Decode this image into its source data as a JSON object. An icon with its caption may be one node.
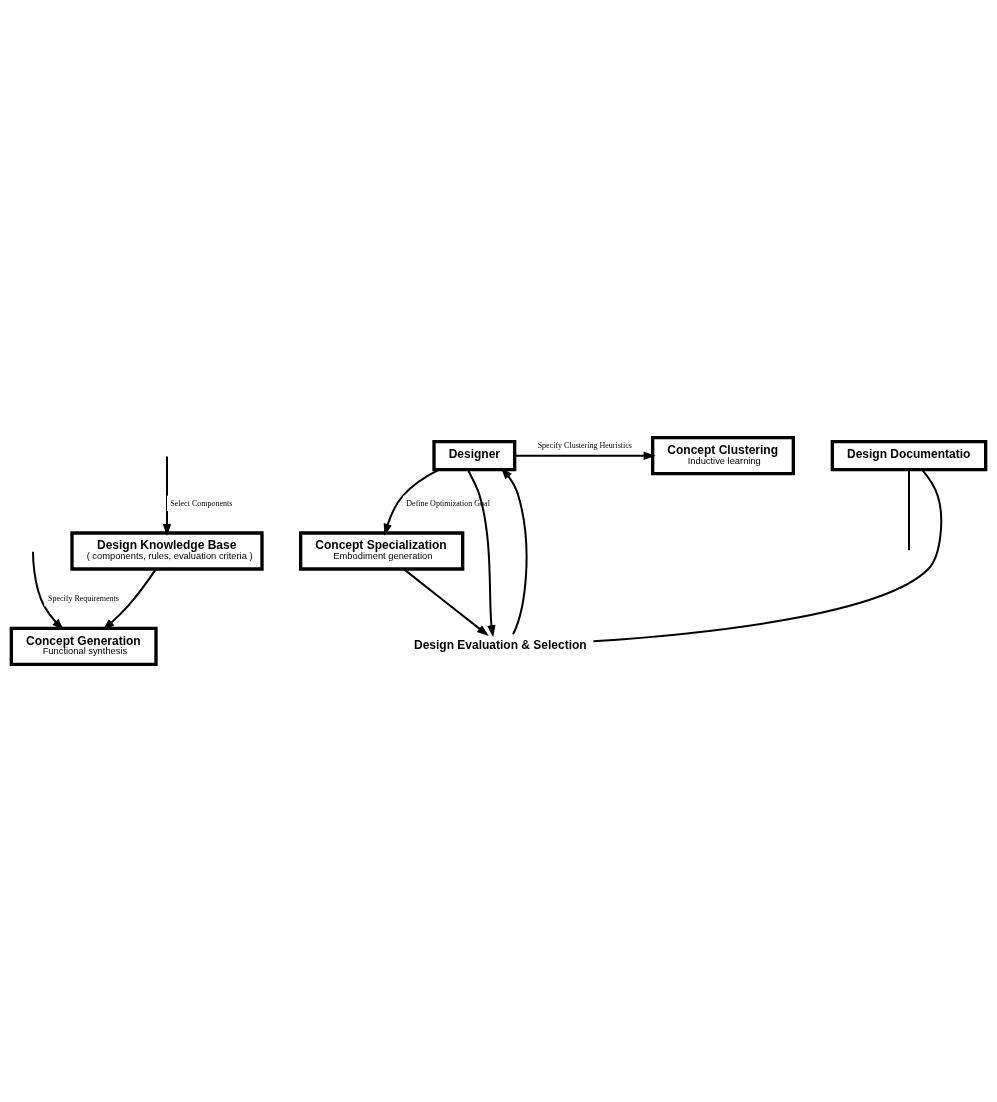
{
  "diagram": {
    "nodes": [
      {
        "text": [
          "Design Knowledge Base",
          "( components, rules, evaluation criteria )"
        ]
      },
      {
        "text": [
          "Concept Generation",
          "Functional synthesis"
        ]
      },
      {
        "text": [
          "Designer"
        ]
      },
      {
        "text": [
          "Concept Clustering",
          "Inductive learning"
        ]
      },
      {
        "text": [
          "Concept Specialization",
          "Embodiment generation"
        ]
      },
      {
        "text": [
          "Design Documentatio"
        ]
      },
      {
        "text": [
          "Design Evaluation & Selection"
        ]
      }
    ],
    "edges": [
      {
        "from": null,
        "to": 0,
        "arrow": "to",
        "label": "Select Components"
      },
      {
        "from": 0,
        "to": 1,
        "arrow": "to"
      },
      {
        "from": null,
        "to": 1,
        "arrow": "to",
        "label": "Specify Requirements"
      },
      {
        "from": 2,
        "to": 3,
        "arrow": "to",
        "label": "Specify Clustering Heuristics"
      },
      {
        "from": 2,
        "to": 4,
        "arrow": "to",
        "label": "Define Optimization Goal"
      },
      {
        "from": 4,
        "to": 6,
        "arrow": "to"
      },
      {
        "from": 2,
        "to": 6,
        "arrow": "to"
      },
      {
        "from": 6,
        "to": 5,
        "arrow": "none"
      },
      {
        "from": 5,
        "to": null,
        "arrow": "none"
      },
      {
        "from": 6,
        "to": 2,
        "arrow": "to"
      }
    ]
  }
}
